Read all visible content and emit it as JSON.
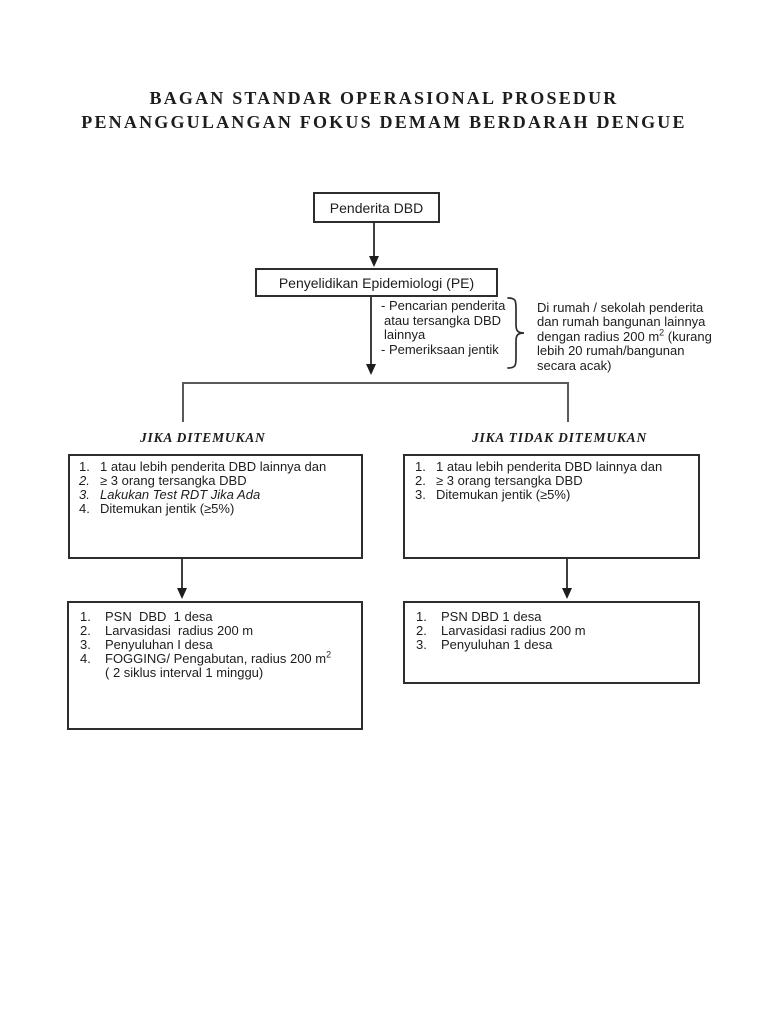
{
  "colors": {
    "background": "#ffffff",
    "text": "#1d1d1d",
    "box_border": "#2d2d2d",
    "connector_line": "#5a5a5a",
    "arrow": "#1d1d1d"
  },
  "title": {
    "line1": "BAGAN STANDAR OPERASIONAL PROSEDUR",
    "line2": "PENANGGULANGAN FOKUS DEMAM BERDARAH DENGUE"
  },
  "nodes": {
    "penderita": {
      "label": "Penderita DBD"
    },
    "pe": {
      "label": "Penyelidikan Epidemiologi (PE)"
    }
  },
  "pe_annotation": {
    "items": [
      "- Pencarian penderita",
      "atau tersangka DBD",
      "lainnya",
      "- Pemeriksaan jentik"
    ],
    "brace_icon": "curly-brace",
    "note": {
      "l1": "Di rumah / sekolah penderita",
      "l2": "dan rumah bangunan lainnya",
      "l3a": "dengan radius 200 m",
      "l3sup": "2",
      "l3b": " (kurang",
      "l4": "lebih 20 rumah/bangunan",
      "l5": "secara acak)"
    }
  },
  "branches": {
    "left": {
      "heading": "JIKA DITEMUKAN",
      "criteria": [
        {
          "num": "1.",
          "text": "1 atau lebih penderita DBD lainnya dan"
        },
        {
          "num": "2.",
          "text": "≥ 3 orang tersangka DBD"
        },
        {
          "num": "3.",
          "text": "Lakukan Test RDT Jika Ada"
        },
        {
          "num": "4.",
          "text": "Ditemukan jentik (≥5%)"
        }
      ],
      "actions": [
        {
          "num": "1.",
          "text": "PSN  DBD  1 desa"
        },
        {
          "num": "2.",
          "text": "Larvasidasi  radius 200 m"
        },
        {
          "num": "3.",
          "text": "Penyuluhan I desa"
        },
        {
          "num": "4.",
          "text": "FOGGING/ Pengabutan, radius 200 m",
          "sup": "2",
          "text2": "( 2 siklus interval 1 minggu)"
        }
      ]
    },
    "right": {
      "heading": "JIKA TIDAK DITEMUKAN",
      "criteria": [
        {
          "num": "1.",
          "text": "1 atau lebih penderita DBD lainnya dan"
        },
        {
          "num": "2.",
          "text": "≥ 3 orang tersangka DBD"
        },
        {
          "num": "3.",
          "text": "Ditemukan jentik (≥5%)"
        }
      ],
      "actions": [
        {
          "num": "1.",
          "text": "PSN DBD 1 desa"
        },
        {
          "num": "2.",
          "text": "Larvasidasi radius 200 m"
        },
        {
          "num": "3.",
          "text": "Penyuluhan 1 desa"
        }
      ]
    }
  }
}
